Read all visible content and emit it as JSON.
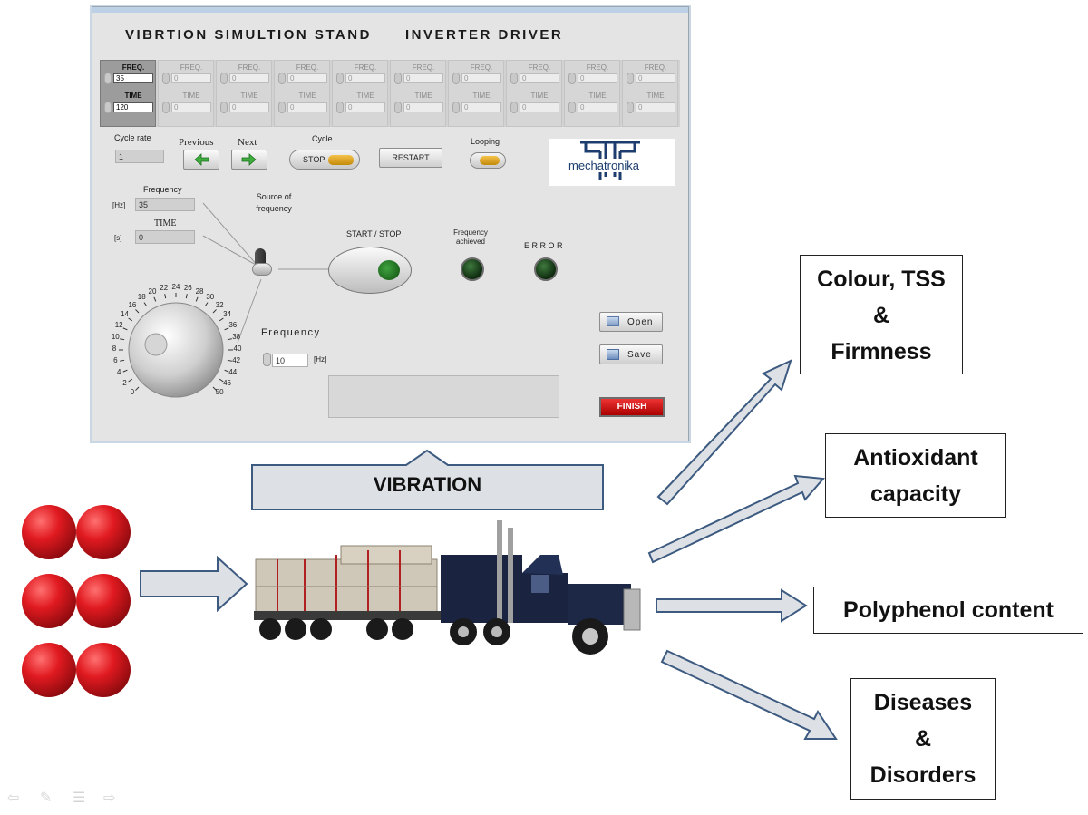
{
  "panel": {
    "title_left": "VIBRTION SIMULTION STAND",
    "title_right": "INVERTER DRIVER",
    "step_freq_label": "FREQ.",
    "step_time_label": "TIME",
    "steps": [
      {
        "freq": "35",
        "time": "120"
      },
      {
        "freq": "0",
        "time": "0"
      },
      {
        "freq": "0",
        "time": "0"
      },
      {
        "freq": "0",
        "time": "0"
      },
      {
        "freq": "0",
        "time": "0"
      },
      {
        "freq": "0",
        "time": "0"
      },
      {
        "freq": "0",
        "time": "0"
      },
      {
        "freq": "0",
        "time": "0"
      },
      {
        "freq": "0",
        "time": "0"
      },
      {
        "freq": "0",
        "time": "0"
      }
    ],
    "cycle_rate_label": "Cycle rate",
    "cycle_rate_value": "1",
    "previous_label": "Previous",
    "next_label": "Next",
    "cycle_label": "Cycle",
    "stop_label": "STOP",
    "restart_label": "RESTART",
    "looping_label": "Looping",
    "logo_text": "mechatronika",
    "frequency_label": "Frequency",
    "hz_unit": "[Hz]",
    "frequency_value": "35",
    "time_label": "TIME",
    "s_unit": "[s]",
    "time_value": "0",
    "source_label": "Source of frequency",
    "start_stop_label": "START / STOP",
    "freq_achieved_label": "Frequency achieved",
    "error_label": "E R R O R",
    "dial_ticks": [
      "0",
      "2",
      "4",
      "6",
      "8",
      "10",
      "12",
      "14",
      "16",
      "18",
      "20",
      "22",
      "24",
      "26",
      "28",
      "30",
      "32",
      "34",
      "36",
      "38",
      "40",
      "42",
      "44",
      "46",
      "50"
    ],
    "freq_input_label": "Frequency",
    "freq_input_value": "10",
    "freq_input_unit": "[Hz]",
    "open_label": "Open",
    "save_label": "Save",
    "finish_label": "FINISH"
  },
  "diagram": {
    "vibration_label": "VIBRATION",
    "outcomes": [
      {
        "line1": "Colour, TSS",
        "line2": "&",
        "line3": "Firmness"
      },
      {
        "line1": "Antioxidant",
        "line2": "capacity"
      },
      {
        "line1": "Polyphenol content"
      },
      {
        "line1": "Diseases",
        "line2": "&",
        "line3": "Disorders"
      }
    ]
  },
  "colors": {
    "arrow_fill": "#dde1e6",
    "arrow_stroke": "#3d5a80",
    "apple": "#d8161c",
    "truck_cab": "#1a2340"
  }
}
